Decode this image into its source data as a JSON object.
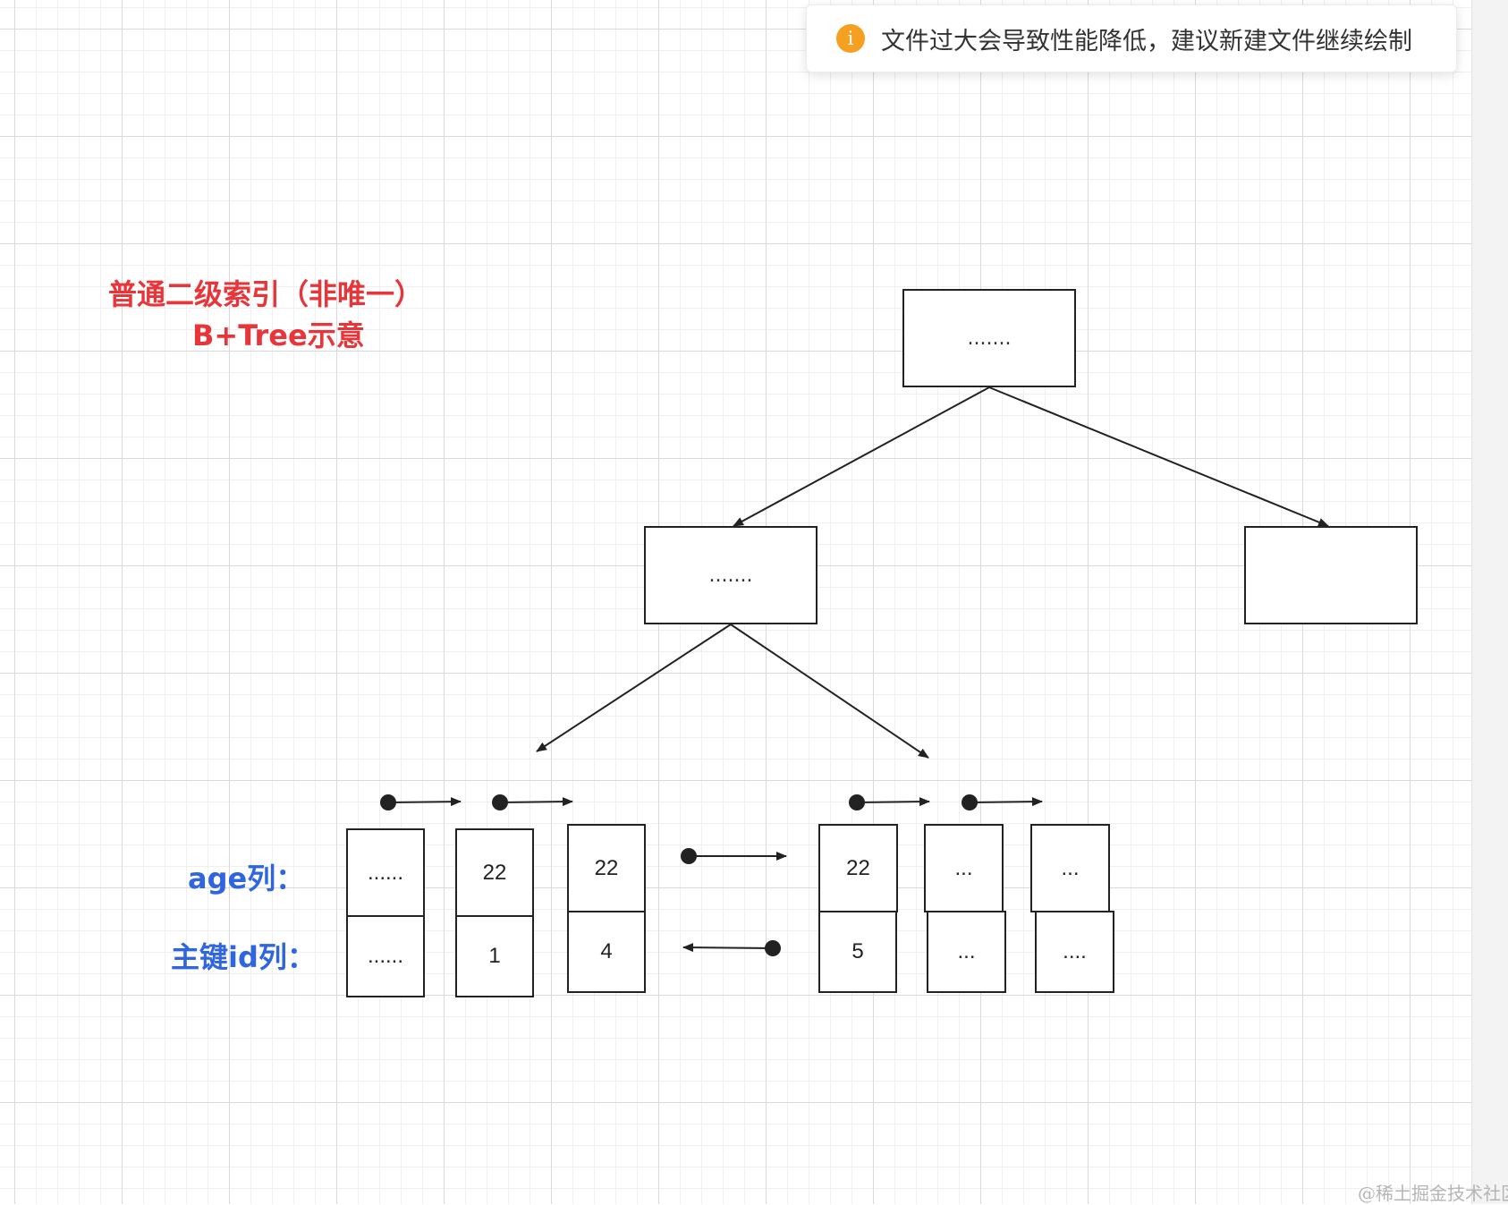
{
  "toast": {
    "icon": "info-icon",
    "icon_glyph": "i",
    "message": "文件过大会导致性能降低，建议新建文件继续绘制",
    "icon_color": "#f5a021"
  },
  "diagram": {
    "title_line1": "普通二级索引（非唯一）",
    "title_line2": "B+Tree示意",
    "title_color": "#e8353a",
    "label_color": "#2f66df",
    "age_label": "age列：",
    "pk_label": "主键id列：",
    "nodes": {
      "root": ".......",
      "mid": ".......",
      "right": ""
    },
    "leaf_cells": {
      "c1_age": "......",
      "c1_id": "......",
      "c2_age": "22",
      "c2_id": "1",
      "c3_age": "22",
      "c3_id": "4",
      "c4_age": "22",
      "c4_id": "5",
      "c5_age": "...",
      "c5_id": "...",
      "c6_age": "...",
      "c6_id": "...."
    }
  },
  "watermark": "@稀土掘金技术社区"
}
